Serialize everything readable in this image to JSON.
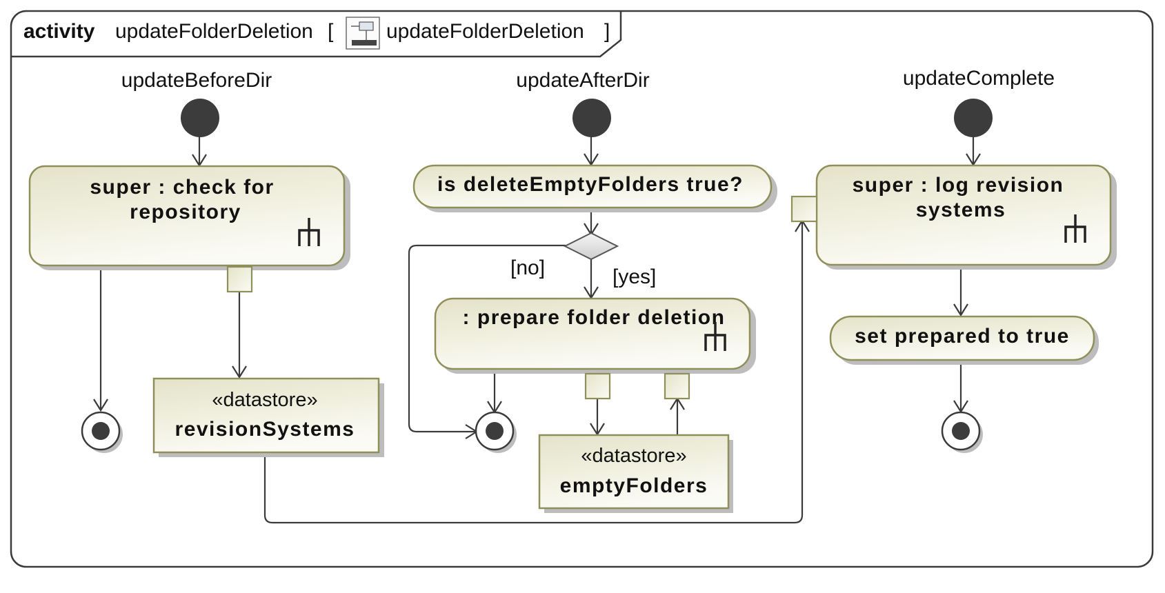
{
  "frame": {
    "keyword": "activity",
    "name": "updateFolderDeletion",
    "bracket_open": "[",
    "diagram_name": "updateFolderDeletion",
    "bracket_close": "]"
  },
  "initial_nodes": {
    "before": "updateBeforeDir",
    "after": "updateAfterDir",
    "complete": "updateComplete"
  },
  "actions": {
    "check_repo_line1": "super : check for",
    "check_repo_line2": "repository",
    "is_delete": "is deleteEmptyFolders true?",
    "prepare": ": prepare folder deletion",
    "log_rev_line1": "super : log revision",
    "log_rev_line2": "systems",
    "set_prepared": "set prepared to true"
  },
  "datastores": {
    "revision": {
      "stereotype": "«datastore»",
      "name": "revisionSystems"
    },
    "empty": {
      "stereotype": "«datastore»",
      "name": "emptyFolders"
    }
  },
  "guards": {
    "no": "[no]",
    "yes": "[yes]"
  },
  "colors": {
    "action_fill_light": "#fbfbf5",
    "action_fill_dark": "#e4e3c8",
    "action_border": "#8f8f5a",
    "node_fill": "#3c3c3c",
    "edge": "#3a3a3a"
  }
}
